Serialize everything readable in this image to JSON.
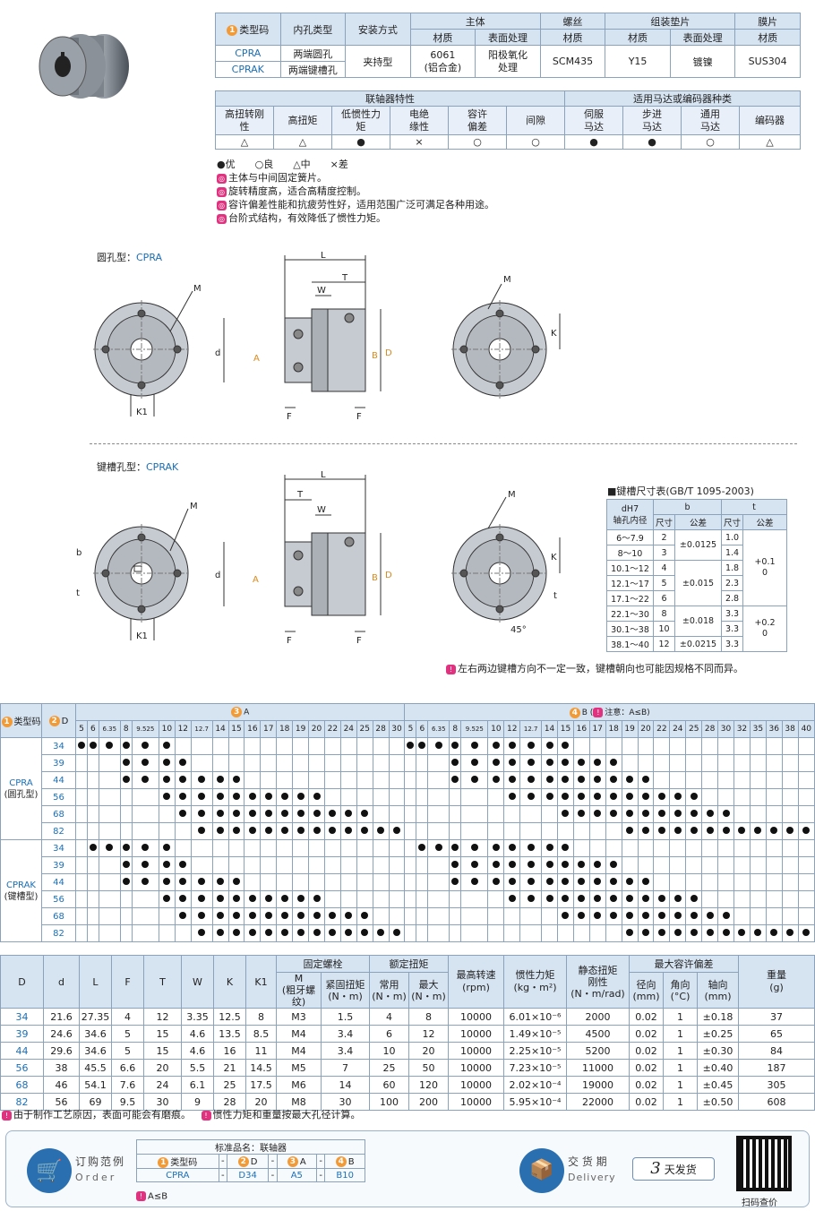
{
  "top_table": {
    "headers_row1": [
      "类型码",
      "内孔类型",
      "安装方式",
      "主体",
      "螺丝",
      "组装垫片",
      "膜片"
    ],
    "headers_row2": [
      "材质",
      "表面处理",
      "材质",
      "材质",
      "表面处理",
      "材质"
    ],
    "types": [
      "CPRA",
      "CPRAK"
    ],
    "bore_types": [
      "两端圆孔",
      "两端键槽孔"
    ],
    "mount": "夹持型",
    "body_material": "6061\n(铝合金)",
    "body_surface": "阳极氧化\n处理",
    "screw_material": "SCM435",
    "shim_material": "Y15",
    "shim_surface": "镀镍",
    "diaphragm_material": "SUS304"
  },
  "characteristics": {
    "group1": "联轴器特性",
    "group2": "适用马达或编码器种类",
    "items": [
      "高扭转刚\n性",
      "高扭矩",
      "低惯性力\n矩",
      "电绝\n缘性",
      "容许\n偏差",
      "间隙",
      "伺服\n马达",
      "步进\n马达",
      "通用\n马达",
      "编码器"
    ],
    "ratings": [
      "△",
      "△",
      "●",
      "×",
      "○",
      "○",
      "●",
      "●",
      "○",
      "△"
    ]
  },
  "legend": "●优　　○良　　△中　　×差",
  "features": [
    "主体与中间固定簧片。",
    "旋转精度高，适合高精度控制。",
    "容许偏差性能和抗疲劳性好，适用范围广泛可满足各种用途。",
    "台阶式结构，有效降低了惯性力矩。"
  ],
  "drawings": {
    "round_title_prefix": "圆孔型：",
    "round_title_code": "CPRA",
    "key_title_prefix": "键槽孔型：",
    "key_title_code": "CPRAK",
    "labels": {
      "M": "M",
      "L": "L",
      "T": "T",
      "W": "W",
      "K": "K",
      "K1": "K1",
      "F": "F",
      "d": "d",
      "A": "A",
      "B": "B",
      "D": "D",
      "b": "b",
      "t": "t",
      "angle": "45°"
    }
  },
  "key_table": {
    "title": "■键槽尺寸表(GB/T 1095-2003)",
    "head_dh7": "dH7",
    "head_bore": "轴孔内径",
    "head_b": "b",
    "head_t": "t",
    "head_size": "尺寸",
    "head_tol": "公差",
    "rows": [
      {
        "range": "6～7.9",
        "b": "2",
        "t": "1.0"
      },
      {
        "range": "8～10",
        "b": "3",
        "t": "1.4"
      },
      {
        "range": "10.1～12",
        "b": "4",
        "t": "1.8"
      },
      {
        "range": "12.1～17",
        "b": "5",
        "t": "2.3"
      },
      {
        "range": "17.1～22",
        "b": "6",
        "t": "2.8"
      },
      {
        "range": "22.1～30",
        "b": "8",
        "t": "3.3"
      },
      {
        "range": "30.1～38",
        "b": "10",
        "t": "3.3"
      },
      {
        "range": "38.1～40",
        "b": "12",
        "t": "3.3"
      }
    ],
    "b_tols": [
      "±0.0125",
      "±0.015",
      "±0.018",
      "±0.0215"
    ],
    "t_tols": [
      "+0.1\n0",
      "+0.2\n0"
    ],
    "note": "左右两边键槽方向不一定一致，键槽朝向也可能因规格不同而异。"
  },
  "selection": {
    "col_type": "类型码",
    "col_D": "D",
    "col_A": "A",
    "col_B": "B (",
    "col_B_note": "注意：A≤B)",
    "A_values": [
      "5",
      "6",
      "6.35",
      "8",
      "9.525",
      "10",
      "12",
      "12.7",
      "14",
      "15",
      "16",
      "17",
      "18",
      "19",
      "20",
      "22",
      "24",
      "25",
      "28",
      "30"
    ],
    "B_values": [
      "5",
      "6",
      "6.35",
      "8",
      "9.525",
      "10",
      "12",
      "12.7",
      "14",
      "15",
      "16",
      "17",
      "18",
      "19",
      "20",
      "22",
      "24",
      "25",
      "28",
      "30",
      "32",
      "35",
      "36",
      "38",
      "40"
    ],
    "groups": [
      {
        "code": "CPRA",
        "name": "(圆孔型)",
        "rows": [
          {
            "D": "34",
            "A": [
              5,
              6,
              6.35,
              8,
              9.525,
              10
            ],
            "B": [
              5,
              6,
              6.35,
              8,
              9.525,
              10,
              12,
              12.7,
              14,
              15
            ]
          },
          {
            "D": "39",
            "A": [
              8,
              9.525,
              10,
              12
            ],
            "B": [
              8,
              9.525,
              10,
              12,
              12.7,
              14,
              15,
              16,
              17,
              18
            ]
          },
          {
            "D": "44",
            "A": [
              8,
              9.525,
              10,
              12,
              12.7,
              14,
              15
            ],
            "B": [
              8,
              9.525,
              10,
              12,
              12.7,
              14,
              15,
              16,
              17,
              18,
              19,
              20
            ]
          },
          {
            "D": "56",
            "A": [
              10,
              12,
              12.7,
              14,
              15,
              16,
              17,
              18,
              19,
              20
            ],
            "B": [
              12,
              12.7,
              14,
              15,
              16,
              17,
              18,
              19,
              20,
              22,
              24,
              25
            ]
          },
          {
            "D": "68",
            "A": [
              12,
              12.7,
              14,
              15,
              16,
              17,
              18,
              19,
              20,
              22,
              24,
              25
            ],
            "B": [
              15,
              16,
              17,
              18,
              19,
              20,
              22,
              24,
              25,
              28,
              30
            ]
          },
          {
            "D": "82",
            "A": [
              12.7,
              14,
              15,
              16,
              17,
              18,
              19,
              20,
              22,
              24,
              25,
              28,
              30
            ],
            "B": [
              19,
              20,
              22,
              24,
              25,
              28,
              30,
              32,
              35,
              36,
              38,
              40
            ]
          }
        ]
      },
      {
        "code": "CPRAK",
        "name": "(键槽型)",
        "rows": [
          {
            "D": "34",
            "A": [
              6,
              6.35,
              8,
              9.525,
              10
            ],
            "B": [
              6,
              6.35,
              8,
              9.525,
              10,
              12,
              12.7,
              14,
              15
            ]
          },
          {
            "D": "39",
            "A": [
              8,
              9.525,
              10,
              12
            ],
            "B": [
              8,
              9.525,
              10,
              12,
              12.7,
              14,
              15,
              16,
              17,
              18
            ]
          },
          {
            "D": "44",
            "A": [
              8,
              9.525,
              10,
              12,
              12.7,
              14,
              15
            ],
            "B": [
              8,
              9.525,
              10,
              12,
              12.7,
              14,
              15,
              16,
              17,
              18,
              19,
              20
            ]
          },
          {
            "D": "56",
            "A": [
              10,
              12,
              12.7,
              14,
              15,
              16,
              17,
              18,
              19,
              20
            ],
            "B": [
              12,
              12.7,
              14,
              15,
              16,
              17,
              18,
              19,
              20,
              22,
              24,
              25
            ]
          },
          {
            "D": "68",
            "A": [
              12,
              12.7,
              14,
              15,
              16,
              17,
              18,
              19,
              20,
              22,
              24,
              25
            ],
            "B": [
              15,
              16,
              17,
              18,
              19,
              20,
              22,
              24,
              25,
              28,
              30
            ]
          },
          {
            "D": "82",
            "A": [
              12.7,
              14,
              15,
              16,
              17,
              18,
              19,
              20,
              22,
              24,
              25,
              28,
              30
            ],
            "B": [
              19,
              20,
              22,
              24,
              25,
              28,
              30,
              32,
              35,
              36,
              38,
              40
            ]
          }
        ]
      }
    ]
  },
  "spec": {
    "headers": [
      "D",
      "d",
      "L",
      "F",
      "T",
      "W",
      "K",
      "K1",
      "固定螺栓",
      "额定扭矩",
      "最高转速\n(rpm)",
      "惯性力矩\n(kg・m²)",
      "静态扭矩\n刚性\n(N・m/rad)",
      "最大容许偏差",
      "重量\n(g)"
    ],
    "sub_bolt": [
      "M\n(粗牙螺纹)",
      "紧固扭矩\n(N・m)"
    ],
    "sub_torque": [
      "常用\n(N・m)",
      "最大\n(N・m)"
    ],
    "sub_dev": [
      "径向\n(mm)",
      "角向\n(°C)",
      "轴向\n(mm)"
    ],
    "rows": [
      [
        "34",
        "21.6",
        "27.35",
        "4",
        "12",
        "3.35",
        "12.5",
        "8",
        "M3",
        "1.5",
        "4",
        "8",
        "10000",
        "6.01×10⁻⁶",
        "2000",
        "0.02",
        "1",
        "±0.18",
        "37"
      ],
      [
        "39",
        "24.6",
        "34.6",
        "5",
        "15",
        "4.6",
        "13.5",
        "8.5",
        "M4",
        "3.4",
        "6",
        "12",
        "10000",
        "1.49×10⁻⁵",
        "4500",
        "0.02",
        "1",
        "±0.25",
        "65"
      ],
      [
        "44",
        "29.6",
        "34.6",
        "5",
        "15",
        "4.6",
        "16",
        "11",
        "M4",
        "3.4",
        "10",
        "20",
        "10000",
        "2.25×10⁻⁵",
        "5200",
        "0.02",
        "1",
        "±0.30",
        "84"
      ],
      [
        "56",
        "38",
        "45.5",
        "6.6",
        "20",
        "5.5",
        "21",
        "14.5",
        "M5",
        "7",
        "25",
        "50",
        "10000",
        "7.23×10⁻⁵",
        "11000",
        "0.02",
        "1",
        "±0.40",
        "187"
      ],
      [
        "68",
        "46",
        "54.1",
        "7.6",
        "24",
        "6.1",
        "25",
        "17.5",
        "M6",
        "14",
        "60",
        "120",
        "10000",
        "2.02×10⁻⁴",
        "19000",
        "0.02",
        "1",
        "±0.45",
        "305"
      ],
      [
        "82",
        "56",
        "69",
        "9.5",
        "30",
        "9",
        "28",
        "20",
        "M8",
        "30",
        "100",
        "200",
        "10000",
        "5.95×10⁻⁴",
        "22000",
        "0.02",
        "1",
        "±0.50",
        "608"
      ]
    ]
  },
  "notes_bottom": [
    "由于制作工艺原因，表面可能会有磨痕。",
    "惯性力矩和重量按最大孔径计算。"
  ],
  "order": {
    "label_cn": "订购范例",
    "label_en": "Order",
    "std_name": "标准品名：联轴器",
    "fields": [
      "类型码",
      "D",
      "A",
      "B"
    ],
    "values": [
      "CPRA",
      "D34",
      "A5",
      "B10"
    ],
    "sep": "-",
    "rule": "A≤B"
  },
  "delivery": {
    "label_cn": "交 货 期",
    "label_en": "Delivery",
    "days": "3",
    "unit": "天发货"
  },
  "qr_caption": "扫码查价",
  "colors": {
    "accent": "#1a6fb8",
    "orange": "#f29a36",
    "pink": "#e0327f",
    "header": "#d6e3f1"
  }
}
